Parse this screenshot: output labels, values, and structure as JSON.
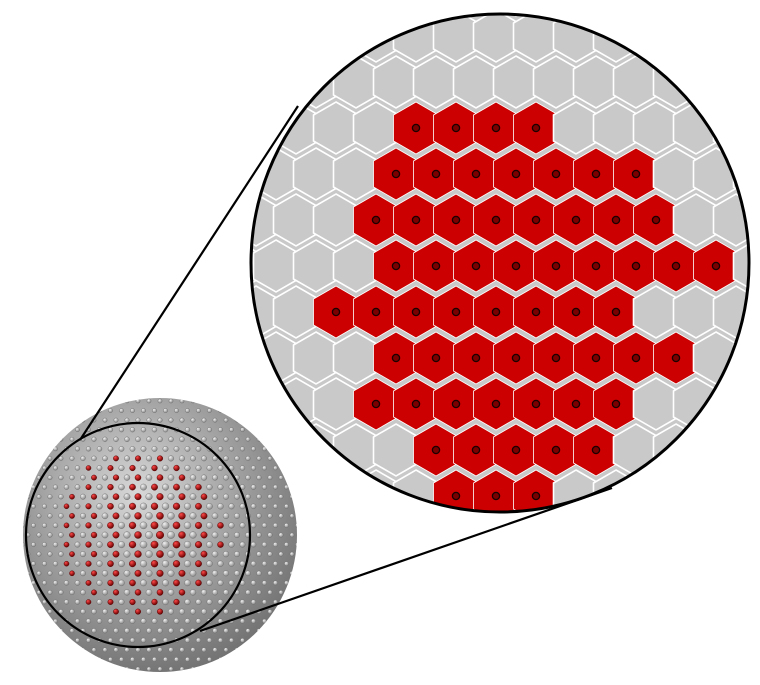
{
  "colors": {
    "background": "#ffffff",
    "hex_gray": "#c9c9c9",
    "hex_red": "#cc0000",
    "hex_border": "#ffffff",
    "dot_red_fill": "#7a0000",
    "dot_red_ring": "#1a0000",
    "sphere_light": "#d8d8d8",
    "sphere_dark": "#6e6e6e",
    "bump_gray": "#bdbdbd",
    "bump_red": "#b30000",
    "outline": "#000000"
  },
  "magnified_view": {
    "cell_shape": "hexagon",
    "selected_cells": [
      [
        0,
        2
      ],
      [
        0,
        3
      ],
      [
        0,
        4
      ],
      [
        0,
        5
      ],
      [
        1,
        1
      ],
      [
        1,
        2
      ],
      [
        1,
        3
      ],
      [
        1,
        4
      ],
      [
        1,
        5
      ],
      [
        1,
        6
      ],
      [
        1,
        7
      ],
      [
        2,
        1
      ],
      [
        2,
        2
      ],
      [
        2,
        3
      ],
      [
        2,
        4
      ],
      [
        2,
        5
      ],
      [
        2,
        6
      ],
      [
        2,
        7
      ],
      [
        2,
        8
      ],
      [
        3,
        1
      ],
      [
        3,
        2
      ],
      [
        3,
        3
      ],
      [
        3,
        4
      ],
      [
        3,
        5
      ],
      [
        3,
        6
      ],
      [
        3,
        7
      ],
      [
        3,
        8
      ],
      [
        3,
        9
      ],
      [
        4,
        0
      ],
      [
        4,
        1
      ],
      [
        4,
        2
      ],
      [
        4,
        3
      ],
      [
        4,
        4
      ],
      [
        4,
        5
      ],
      [
        4,
        6
      ],
      [
        4,
        7
      ],
      [
        5,
        1
      ],
      [
        5,
        2
      ],
      [
        5,
        3
      ],
      [
        5,
        4
      ],
      [
        5,
        5
      ],
      [
        5,
        6
      ],
      [
        5,
        7
      ],
      [
        5,
        8
      ],
      [
        6,
        1
      ],
      [
        6,
        2
      ],
      [
        6,
        3
      ],
      [
        6,
        4
      ],
      [
        6,
        5
      ],
      [
        6,
        6
      ],
      [
        6,
        7
      ],
      [
        7,
        2
      ],
      [
        7,
        3
      ],
      [
        7,
        4
      ],
      [
        7,
        5
      ],
      [
        7,
        6
      ],
      [
        8,
        3
      ],
      [
        8,
        4
      ],
      [
        8,
        5
      ]
    ]
  },
  "sphere_view": {
    "bump_pattern": "hexagonal",
    "highlighted_region": "center-left"
  }
}
